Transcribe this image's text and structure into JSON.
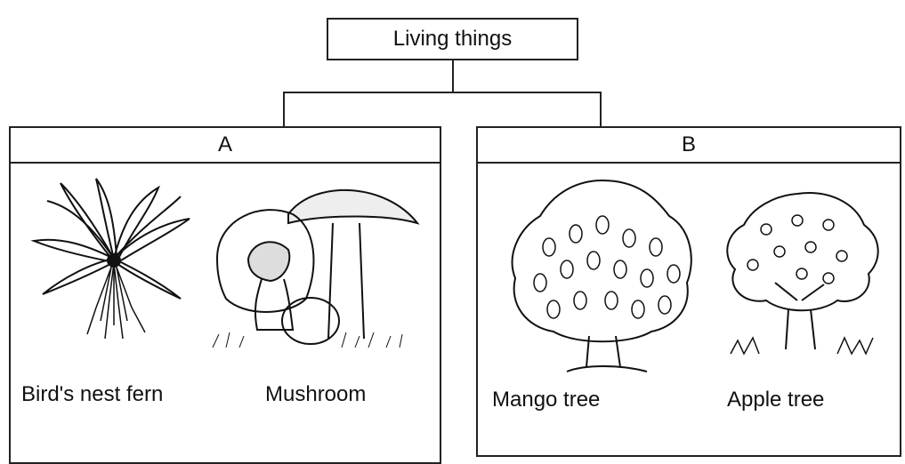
{
  "diagram": {
    "root": "Living things",
    "groups": [
      {
        "label": "A",
        "items": [
          {
            "name": "Bird's nest fern",
            "icon": "fern-icon"
          },
          {
            "name": "Mushroom",
            "icon": "mushroom-icon"
          }
        ]
      },
      {
        "label": "B",
        "items": [
          {
            "name": "Mango tree",
            "icon": "mango-tree-icon"
          },
          {
            "name": "Apple tree",
            "icon": "apple-tree-icon"
          }
        ]
      }
    ]
  }
}
